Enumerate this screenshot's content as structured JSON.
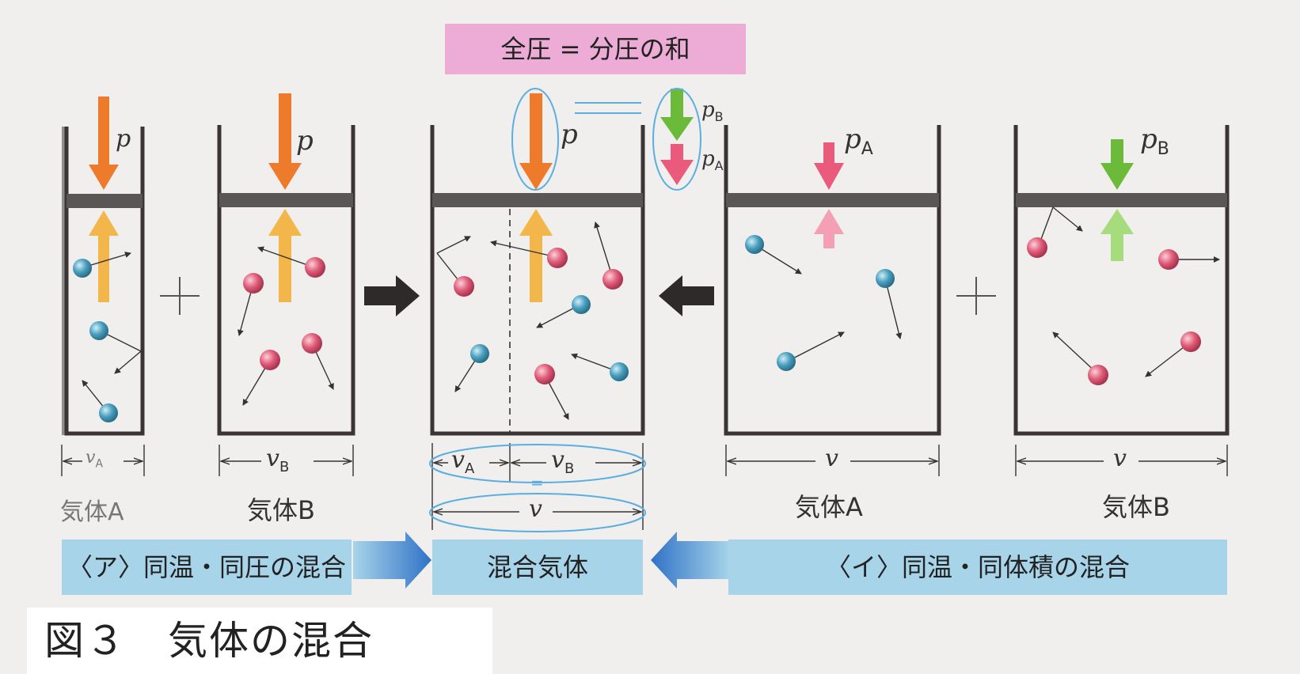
{
  "header": {
    "total_pressure_label": "全圧 = 分圧の和"
  },
  "caption": {
    "text": "図３　気体の混合"
  },
  "banners": {
    "left": "〈ア〉同温・同圧の混合",
    "center": "混合気体",
    "right": "〈イ〉同温・同体積の混合"
  },
  "containers": {
    "gas_a_left": {
      "name": "気体A",
      "volume": "v",
      "volume_sub": "A",
      "pressure": "p"
    },
    "gas_b_left": {
      "name": "気体B",
      "volume": "v",
      "volume_sub": "B",
      "pressure": "p"
    },
    "mixed": {
      "vol_a": "v",
      "vol_a_sub": "A",
      "vol_b": "v",
      "vol_b_sub": "B",
      "total_vol": "v",
      "equals": "=",
      "pressure": "p",
      "partial_b": "p",
      "partial_b_sub": "B",
      "partial_a": "p",
      "partial_a_sub": "A"
    },
    "gas_a_right": {
      "name": "気体A",
      "volume": "v",
      "pressure": "p",
      "pressure_sub": "A"
    },
    "gas_b_right": {
      "name": "気体B",
      "volume": "v",
      "pressure": "p",
      "pressure_sub": "B"
    }
  },
  "operators": {
    "plus": "+"
  },
  "colors": {
    "container": "#3a3434",
    "piston": "#5a5656",
    "orange_arrow": "#ee7a2c",
    "yellow_arrow": "#f3b64a",
    "pink_arrow": "#ea5a7c",
    "green_arrow": "#6cba3a",
    "molecule_blue": "#4a9fbe",
    "molecule_red": "#e05c78",
    "banner": "#a8d4ea",
    "total_box": "#ecacd6",
    "ellipse": "#5aaee0"
  }
}
